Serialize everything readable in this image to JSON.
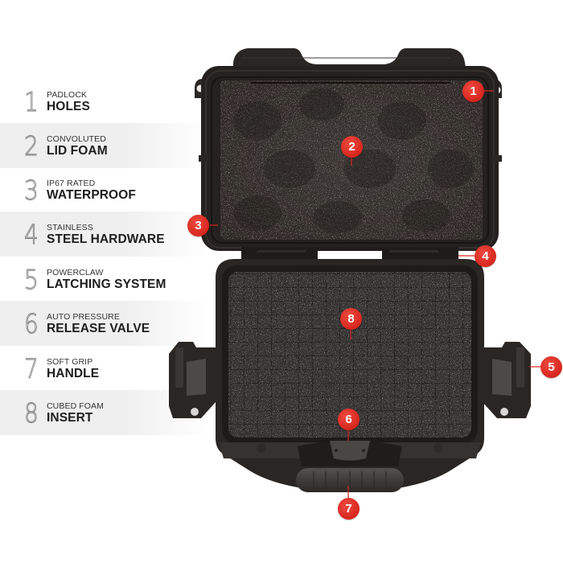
{
  "features": [
    {
      "number": "1",
      "small": "PADLOCK",
      "big": "HOLES"
    },
    {
      "number": "2",
      "small": "CONVOLUTED",
      "big": "LID FOAM"
    },
    {
      "number": "3",
      "small": "IP67 RATED",
      "big": "WATERPROOF"
    },
    {
      "number": "4",
      "small": "STAINLESS",
      "big": "STEEL HARDWARE"
    },
    {
      "number": "5",
      "small": "POWERCLAW",
      "big": "LATCHING SYSTEM"
    },
    {
      "number": "6",
      "small": "AUTO PRESSURE",
      "big": "RELEASE VALVE"
    },
    {
      "number": "7",
      "small": "SOFT GRIP",
      "big": "HANDLE"
    },
    {
      "number": "8",
      "small": "CUBED FOAM",
      "big": "INSERT"
    }
  ],
  "markers": [
    {
      "label": "1",
      "target": "padlock-hole"
    },
    {
      "label": "2",
      "target": "lid-foam"
    },
    {
      "label": "3",
      "target": "lid-seal"
    },
    {
      "label": "4",
      "target": "hinge"
    },
    {
      "label": "5",
      "target": "latch"
    },
    {
      "label": "6",
      "target": "pressure-valve"
    },
    {
      "label": "7",
      "target": "handle"
    },
    {
      "label": "8",
      "target": "cubed-foam"
    }
  ],
  "colors": {
    "marker_red": "#d7261e",
    "band_gray": "#efefef",
    "case_body": "#2a2624",
    "foam": "#3a3533"
  }
}
